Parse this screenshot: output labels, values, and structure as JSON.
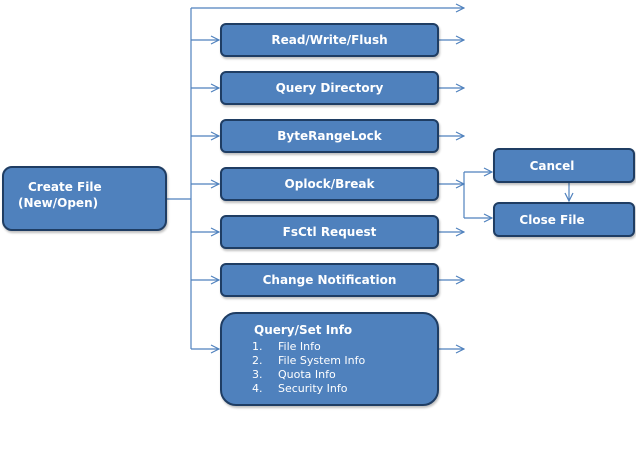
{
  "diagram": {
    "line_color": "#4f81bd",
    "box_fill": "#4f81bd",
    "box_border": "#1f3d63",
    "nodes": {
      "create_file": {
        "line1": "Create File",
        "line2": "(New/Open)"
      },
      "read_write_flush": "Read/Write/Flush",
      "query_directory": "Query Directory",
      "byte_range_lock": "ByteRangeLock",
      "oplock_break": "Oplock/Break",
      "fsctl_request": "FsCtl Request",
      "change_notification": "Change Notification",
      "query_set_info": {
        "title": "Query/Set Info",
        "items": [
          {
            "num": "1.",
            "label": "File Info"
          },
          {
            "num": "2.",
            "label": "File System Info"
          },
          {
            "num": "3.",
            "label": "Quota Info"
          },
          {
            "num": "4.",
            "label": "Security Info"
          }
        ]
      },
      "cancel": "Cancel",
      "close_file": "Close File"
    }
  }
}
